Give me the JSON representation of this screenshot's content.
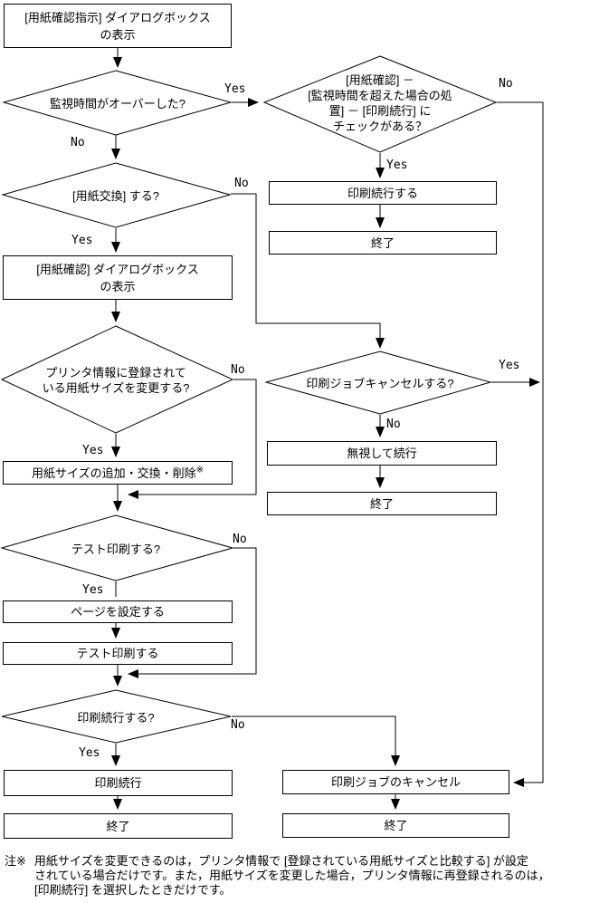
{
  "labels": {
    "yes": "Yes",
    "no": "No"
  },
  "nodes": {
    "start": {
      "line1": "[用紙確認指示] ダイアログボックス",
      "line2": "の表示"
    },
    "d_monitor": {
      "text": "監視時間がオーバーした?"
    },
    "d_check": {
      "line1": "[用紙確認] －",
      "line2": "[監視時間を超えた場合の処",
      "line3": "置] － [印刷続行] に",
      "line4": "チェックがある？"
    },
    "b_continue_do": {
      "text": "印刷続行する"
    },
    "b_end_tr": {
      "text": "終了"
    },
    "d_exchange": {
      "text": "[用紙交換] する?"
    },
    "b_dialog": {
      "line1": "[用紙確認] ダイアログボックス",
      "line2": "の表示"
    },
    "d_size": {
      "line1": "プリンタ情報に登録されて",
      "line2": "いる用紙サイズを変更する?"
    },
    "b_size_edit": {
      "text": "用紙サイズの追加・交換・削除",
      "sup": "※"
    },
    "d_jobcancel": {
      "text": "印刷ジョブキャンセルする?"
    },
    "b_ignore": {
      "text": "無視して続行"
    },
    "b_end_mr": {
      "text": "終了"
    },
    "d_test": {
      "text": "テスト印刷する?"
    },
    "b_page": {
      "text": "ページを設定する"
    },
    "b_testprint": {
      "text": "テスト印刷する"
    },
    "d_continue": {
      "text": "印刷続行する?"
    },
    "b_continue": {
      "text": "印刷続行"
    },
    "b_end_bl": {
      "text": "終了"
    },
    "b_cancel": {
      "text": "印刷ジョブのキャンセル"
    },
    "b_end_br": {
      "text": "終了"
    }
  },
  "footnote": {
    "marker": "注※",
    "line1": "用紙サイズを変更できるのは，プリンタ情報で [登録されている用紙サイズと比較する] が設定",
    "line2": "されている場合だけです。また，用紙サイズを変更した場合，プリンタ情報に再登録されるのは，",
    "line3": "[印刷続行] を選択したときだけです。"
  },
  "colors": {
    "line": "#000000",
    "background": "#ffffff"
  }
}
